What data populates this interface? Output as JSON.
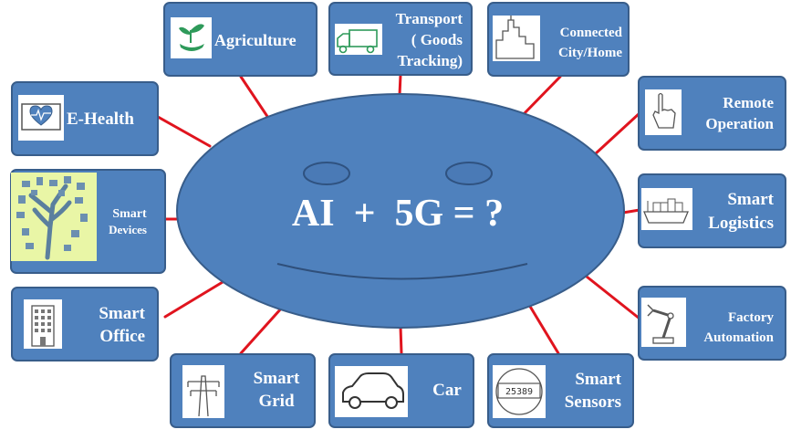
{
  "center": {
    "title": "AI  +  5G = ?",
    "face_color": "#4f81bd",
    "outline_color": "#385d8a"
  },
  "colors": {
    "box_fill": "#4f81bd",
    "box_border": "#385d8a",
    "connector": "#e0141e",
    "text": "#ffffff"
  },
  "nodes": [
    {
      "id": "agriculture",
      "lines": [
        "Agriculture"
      ],
      "icon": "plant-in-hand-icon"
    },
    {
      "id": "transport",
      "lines": [
        "Transport",
        "( Goods",
        "Tracking)"
      ],
      "icon": "truck-icon"
    },
    {
      "id": "connected-city",
      "lines": [
        "Connected",
        "City/Home"
      ],
      "icon": "city-skyline-icon"
    },
    {
      "id": "remote-operation",
      "lines": [
        "Remote",
        "Operation"
      ],
      "icon": "pointing-hand-icon"
    },
    {
      "id": "smart-logistics",
      "lines": [
        "Smart",
        "Logistics"
      ],
      "icon": "cargo-ship-icon"
    },
    {
      "id": "factory-automation",
      "lines": [
        "Factory",
        "Automation"
      ],
      "icon": "robot-arm-icon"
    },
    {
      "id": "smart-sensors",
      "lines": [
        "Smart",
        "Sensors"
      ],
      "icon": "meter-icon",
      "meter_reading": "25389"
    },
    {
      "id": "car",
      "lines": [
        "Car"
      ],
      "icon": "car-icon"
    },
    {
      "id": "smart-grid",
      "lines": [
        "Smart",
        "Grid"
      ],
      "icon": "power-pylon-icon"
    },
    {
      "id": "smart-office",
      "lines": [
        "Smart",
        "Office"
      ],
      "icon": "office-building-icon"
    },
    {
      "id": "smart-devices",
      "lines": [
        "Smart",
        "Devices"
      ],
      "icon": "device-tree-icon"
    },
    {
      "id": "e-health",
      "lines": [
        "E-Health"
      ],
      "icon": "heart-monitor-icon"
    }
  ]
}
